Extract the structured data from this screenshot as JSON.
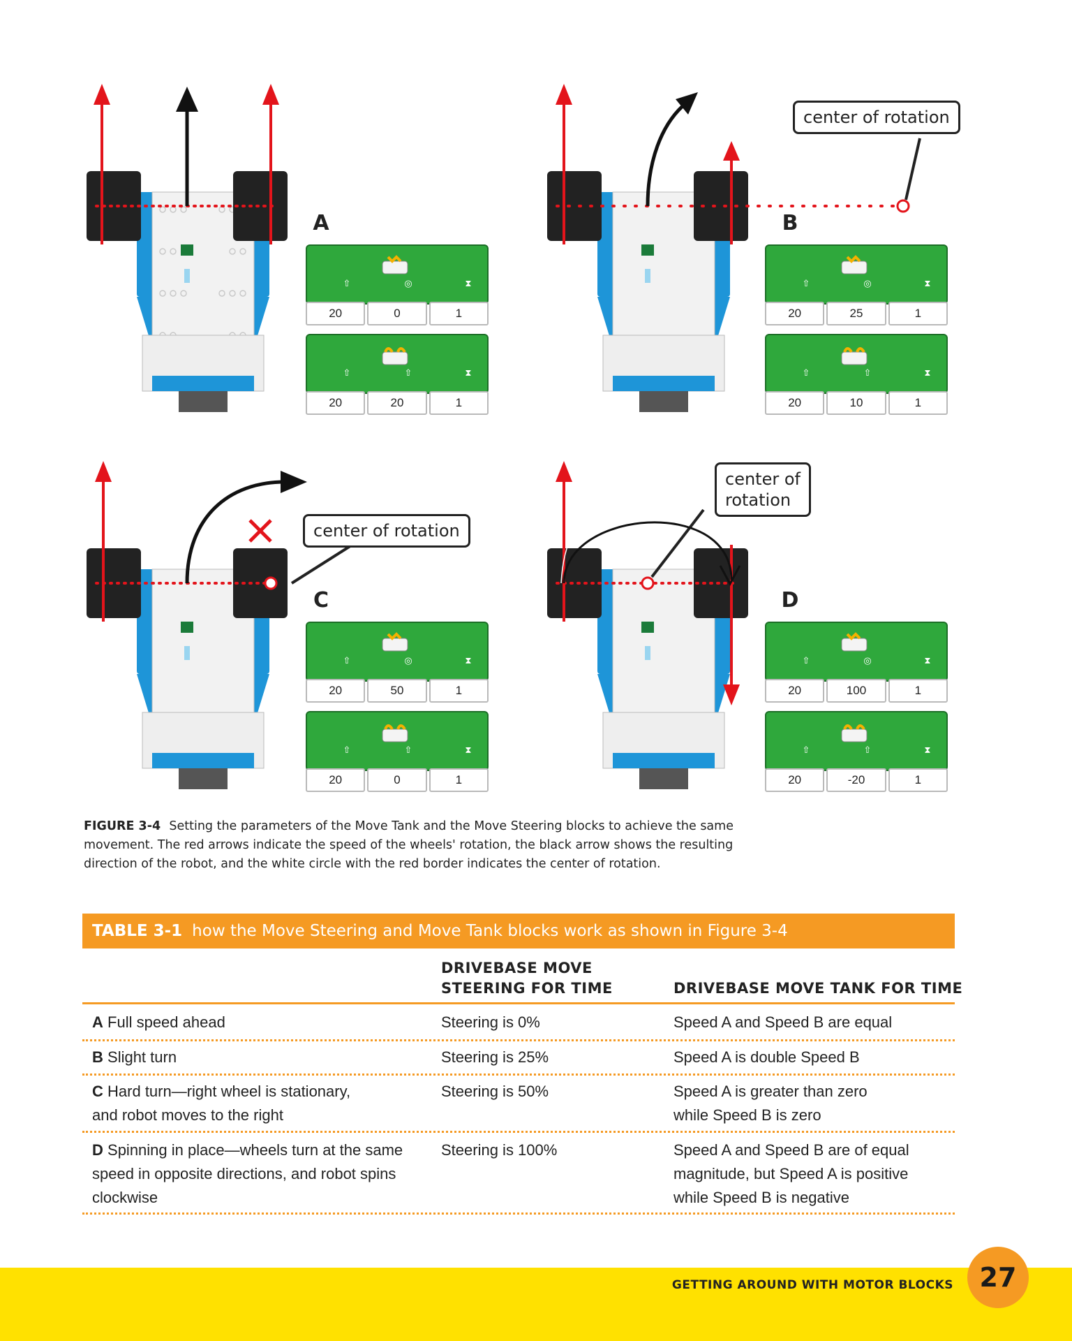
{
  "panels": [
    {
      "letter": "A",
      "steering_block": [
        "20",
        "0",
        "1"
      ],
      "tank_block": [
        "20",
        "20",
        "1"
      ]
    },
    {
      "letter": "B",
      "callout": "center of rotation",
      "steering_block": [
        "20",
        "25",
        "1"
      ],
      "tank_block": [
        "20",
        "10",
        "1"
      ]
    },
    {
      "letter": "C",
      "callout": "center of rotation",
      "steering_block": [
        "20",
        "50",
        "1"
      ],
      "tank_block": [
        "20",
        "0",
        "1"
      ]
    },
    {
      "letter": "D",
      "callout": "center of\nrotation",
      "steering_block": [
        "20",
        "100",
        "1"
      ],
      "tank_block": [
        "20",
        "-20",
        "1"
      ]
    }
  ],
  "caption": {
    "label": "FIGURE 3-4",
    "text": "Setting the parameters of the Move Tank and the Move Steering blocks to achieve the same movement. The red arrows indicate the speed of the wheels' rotation, the black arrow shows the resulting direction of the robot, and the white circle with the red border indicates the center of rotation."
  },
  "table": {
    "label": "TABLE 3-1",
    "title": "how the Move Steering and Move Tank blocks work as shown in Figure 3-4",
    "col2_header": "DRIVEBASE MOVE\nSTEERING FOR TIME",
    "col3_header": "DRIVEBASE MOVE TANK FOR TIME",
    "rows": [
      {
        "key": "A",
        "desc": "Full speed ahead",
        "steering": "Steering is 0%",
        "tank": "Speed A and Speed B are equal"
      },
      {
        "key": "B",
        "desc": "Slight turn",
        "steering": "Steering is 25%",
        "tank": "Speed A is double Speed B"
      },
      {
        "key": "C",
        "desc": "Hard turn—right wheel is stationary,\nand robot moves to the right",
        "steering": "Steering is 50%",
        "tank": "Speed A is greater than zero\nwhile Speed B is zero"
      },
      {
        "key": "D",
        "desc": "Spinning in place—wheels turn at the same\nspeed in opposite directions, and robot spins\nclockwise",
        "steering": "Steering is 100%",
        "tank": "Speed A and Speed B are of equal\nmagnitude, but Speed A is positive\nwhile Speed B is negative"
      }
    ]
  },
  "footer": {
    "section": "GETTING AROUND WITH MOTOR BLOCKS",
    "page": "27"
  },
  "colors": {
    "accent": "#f59a23",
    "footer": "#ffe100",
    "block_green": "#2fa83c",
    "arrow_red": "#e3141b",
    "robot_blue": "#1e95d8"
  }
}
